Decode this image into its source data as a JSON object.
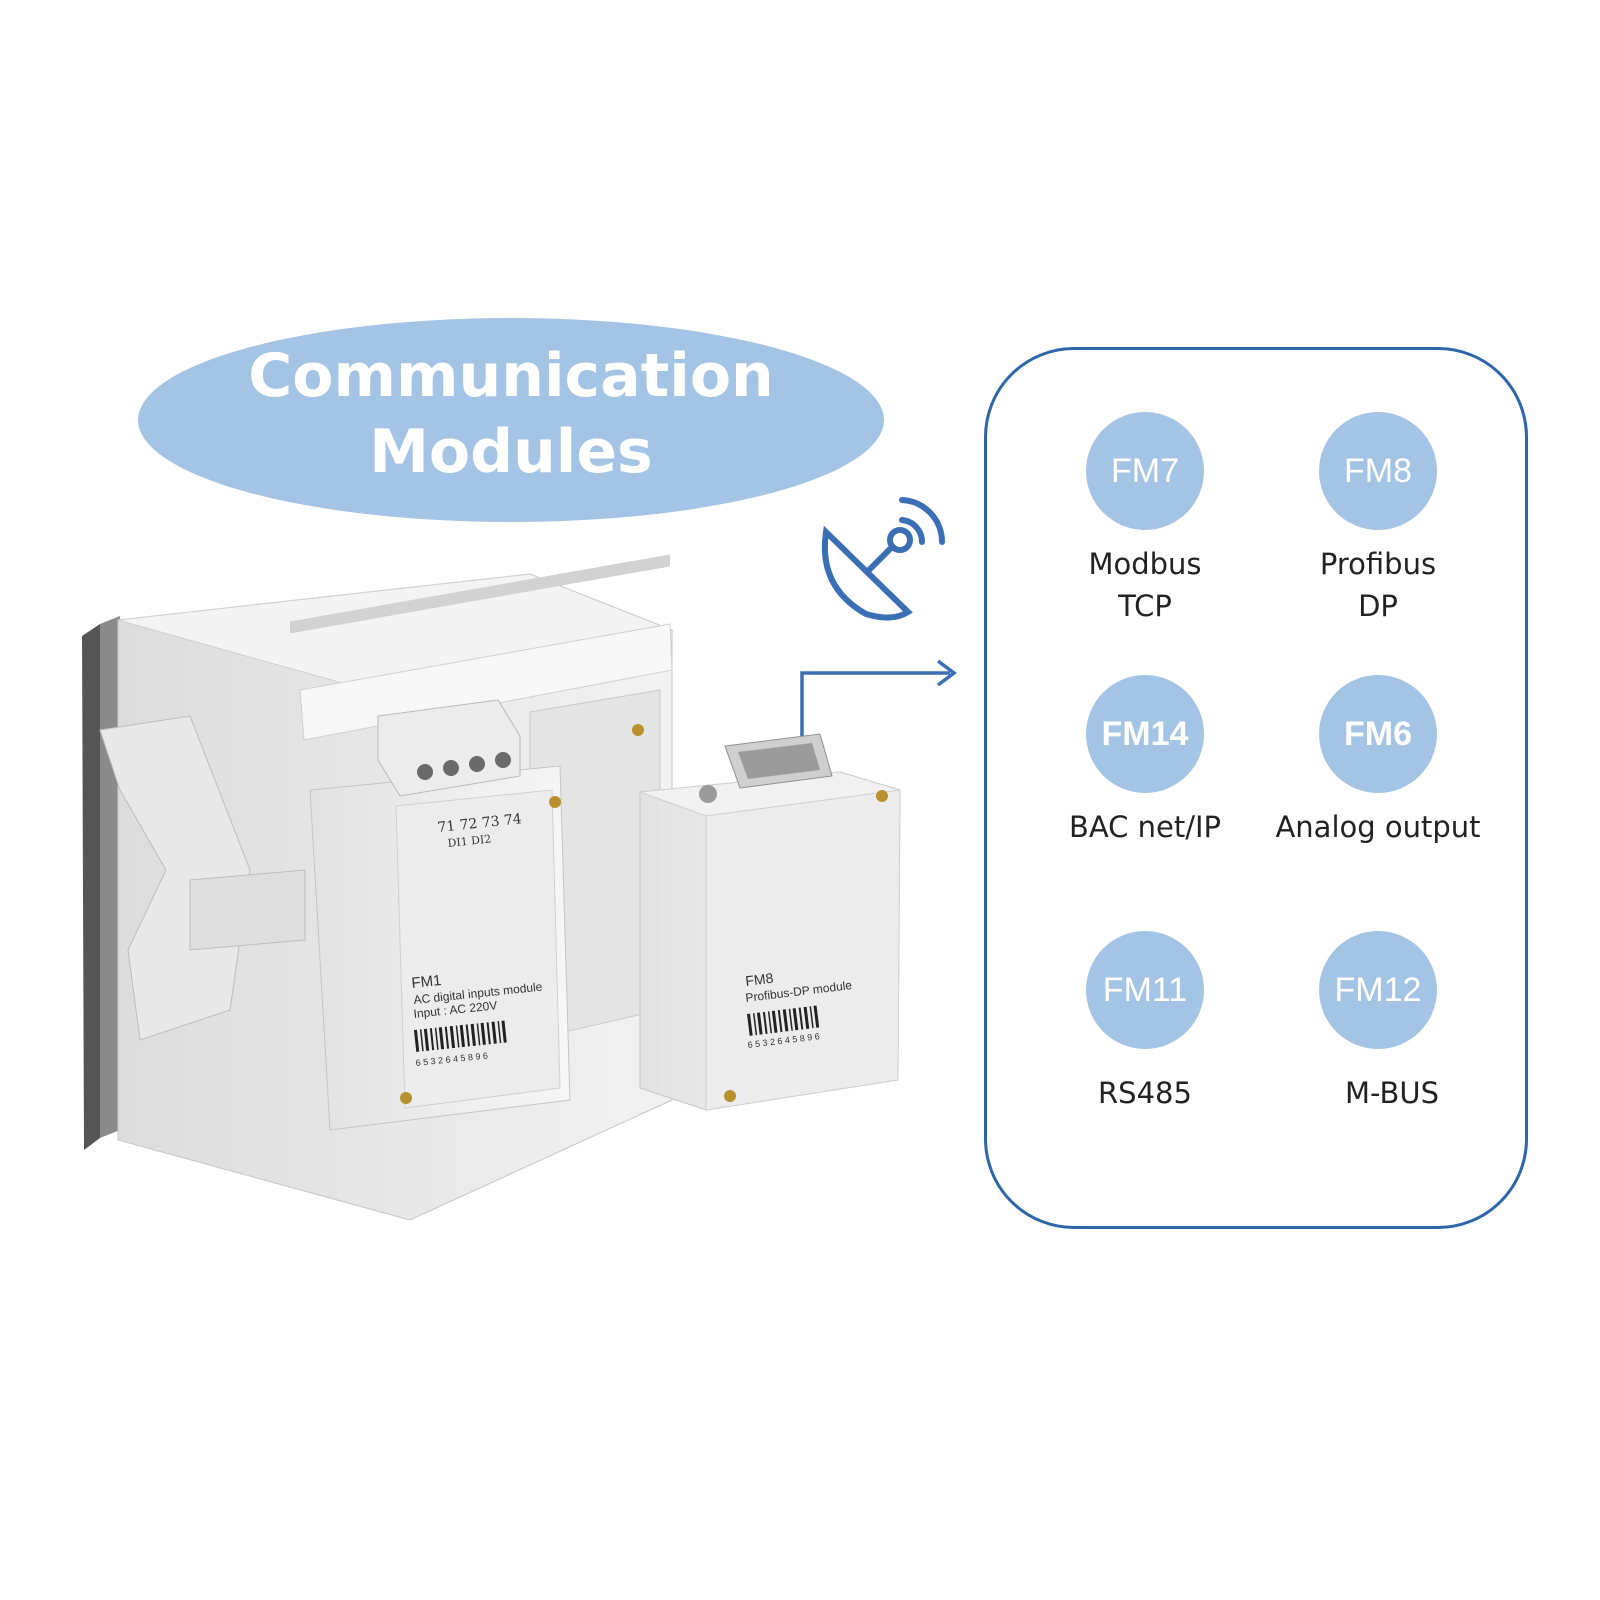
{
  "title": {
    "line1": "Communication",
    "line2": "Modules"
  },
  "colors": {
    "accent": "#a4c4e6",
    "panel_border": "#2e66aa",
    "icon": "#3a6fb6"
  },
  "modules": [
    {
      "code": "FM7",
      "label_lines": [
        "Modbus",
        "TCP"
      ]
    },
    {
      "code": "FM8",
      "label_lines": [
        "Profibus",
        "DP"
      ]
    },
    {
      "code": "FM14",
      "label_lines": [
        "BAC net/IP"
      ]
    },
    {
      "code": "FM6",
      "label_lines": [
        "Analog output"
      ]
    },
    {
      "code": "FM11",
      "label_lines": [
        "RS485"
      ]
    },
    {
      "code": "FM12",
      "label_lines": [
        "M-BUS"
      ]
    }
  ],
  "device": {
    "module_a": {
      "terminals": "71  72  73  74",
      "terminal_groups": "DI1            DI2",
      "name": "FM1",
      "desc": "AC digital inputs module",
      "input": "Input : AC 220V",
      "barcode": "6 5 3 2 6 4 5 8 9 6"
    },
    "module_b": {
      "name": "FM8",
      "desc": "Profibus-DP module",
      "barcode": "6 5 3 2 6 4 5 8 9 6"
    }
  },
  "icons": {
    "satellite": "satellite-dish-icon",
    "arrow": "connector-arrow-icon"
  }
}
